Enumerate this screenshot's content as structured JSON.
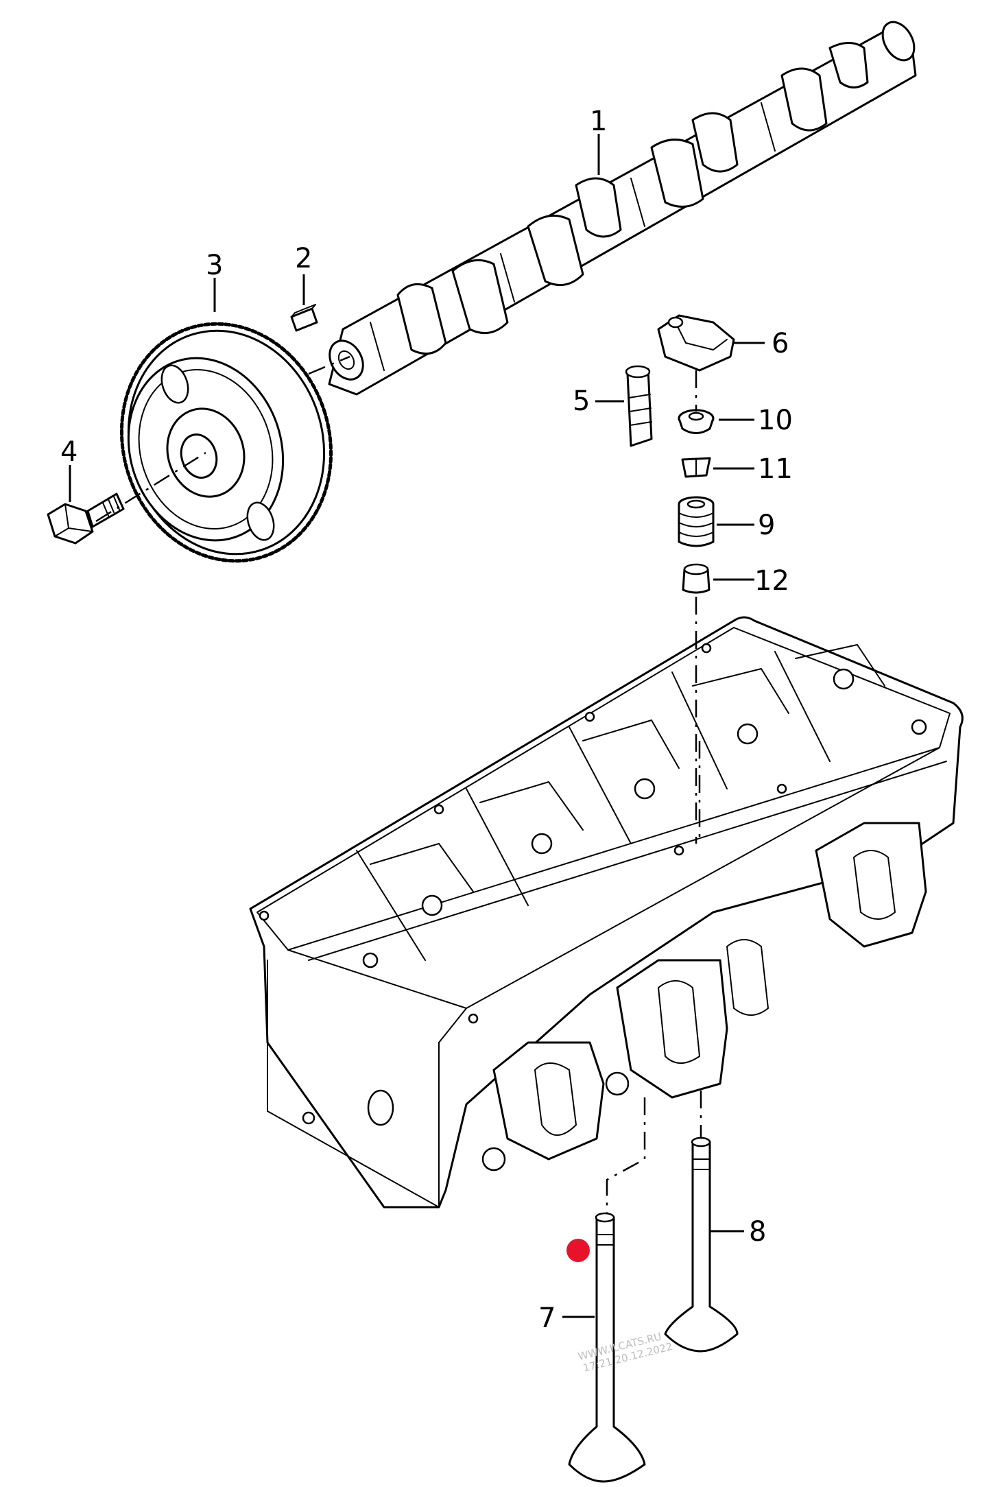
{
  "callouts": {
    "c1": "1",
    "c2": "2",
    "c3": "3",
    "c4": "4",
    "c5": "5",
    "c6": "6",
    "c7": "7",
    "c8": "8",
    "c9": "9",
    "c10": "10",
    "c11": "11",
    "c12": "12"
  },
  "watermark": {
    "line1": "WWW.ILCATS.RU",
    "line2": "17:21 20.12.2022"
  },
  "marker": {
    "color": "#e8132a"
  }
}
